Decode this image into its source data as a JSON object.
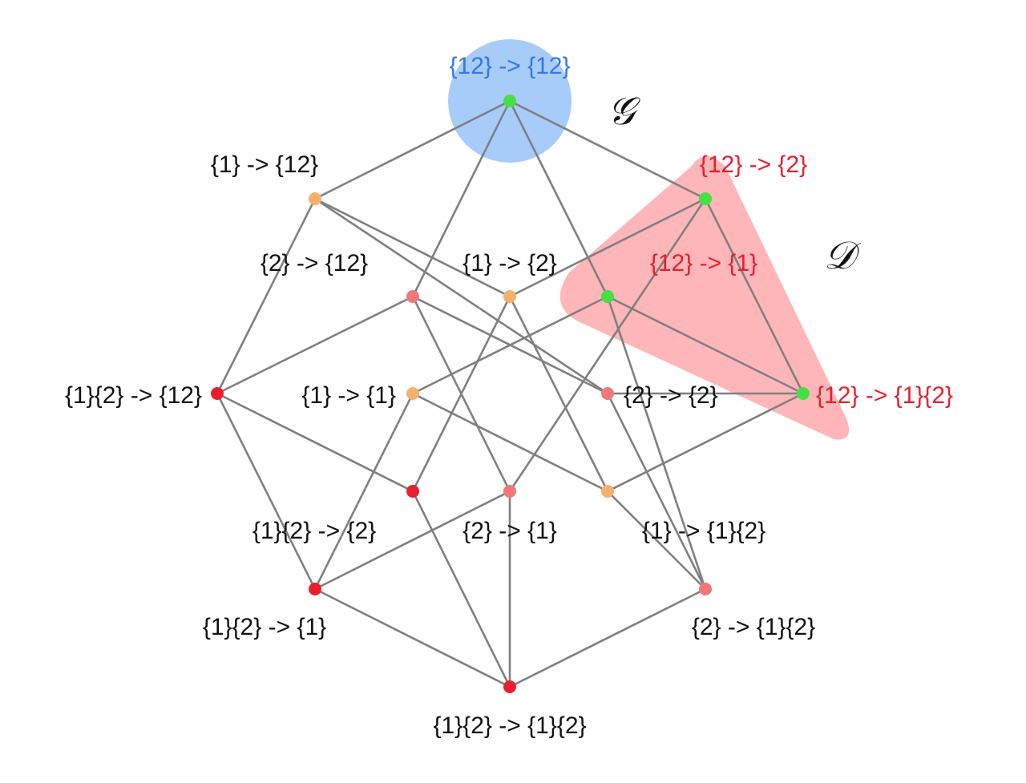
{
  "region_labels": {
    "G": "𝒢",
    "D": "𝒟"
  },
  "colors": {
    "edge": "#808080",
    "green_node": "#44e044",
    "orange_node": "#f5b06b",
    "pink_node": "#f07878",
    "red_node": "#e8202e",
    "blue_highlight": "#a8ccfa",
    "red_highlight": "#ffb6b9",
    "blue_text": "#2f78f0",
    "red_text": "#e8202e",
    "black_text": "#111111"
  },
  "nodes": [
    {
      "id": "n0",
      "label": "{12} -> {12}",
      "color": "green",
      "text_color": "blue"
    },
    {
      "id": "n1",
      "label": "{1} -> {12}",
      "color": "orange",
      "text_color": "black"
    },
    {
      "id": "n2",
      "label": "{12} -> {2}",
      "color": "green",
      "text_color": "red"
    },
    {
      "id": "n3",
      "label": "{2} -> {12}",
      "color": "pink",
      "text_color": "black"
    },
    {
      "id": "n4",
      "label": "{1} -> {2}",
      "color": "orange",
      "text_color": "black"
    },
    {
      "id": "n5",
      "label": "{12} -> {1}",
      "color": "green",
      "text_color": "red"
    },
    {
      "id": "n6",
      "label": "{1}{2} -> {12}",
      "color": "red",
      "text_color": "black"
    },
    {
      "id": "n7",
      "label": "{1} -> {1}",
      "color": "orange",
      "text_color": "black"
    },
    {
      "id": "n8",
      "label": "{2} -> {2}",
      "color": "pink",
      "text_color": "black"
    },
    {
      "id": "n9",
      "label": "{12} -> {1}{2}",
      "color": "green",
      "text_color": "red"
    },
    {
      "id": "n10",
      "label": "{1}{2} -> {2}",
      "color": "red",
      "text_color": "black"
    },
    {
      "id": "n11",
      "label": "{2} -> {1}",
      "color": "pink",
      "text_color": "black"
    },
    {
      "id": "n12",
      "label": "{1} -> {1}{2}",
      "color": "orange",
      "text_color": "black"
    },
    {
      "id": "n13",
      "label": "{1}{2} -> {1}",
      "color": "red",
      "text_color": "black"
    },
    {
      "id": "n14",
      "label": "{2} -> {1}{2}",
      "color": "pink",
      "text_color": "black"
    },
    {
      "id": "n15",
      "label": "{1}{2} -> {1}{2}",
      "color": "red",
      "text_color": "black"
    }
  ],
  "edges": [
    [
      "n0",
      "n1"
    ],
    [
      "n0",
      "n2"
    ],
    [
      "n0",
      "n3"
    ],
    [
      "n0",
      "n5"
    ],
    [
      "n1",
      "n4"
    ],
    [
      "n1",
      "n6"
    ],
    [
      "n1",
      "n8"
    ],
    [
      "n2",
      "n4"
    ],
    [
      "n2",
      "n9"
    ],
    [
      "n2",
      "n11"
    ],
    [
      "n3",
      "n6"
    ],
    [
      "n3",
      "n8"
    ],
    [
      "n3",
      "n11"
    ],
    [
      "n4",
      "n10"
    ],
    [
      "n4",
      "n12"
    ],
    [
      "n5",
      "n7"
    ],
    [
      "n5",
      "n9"
    ],
    [
      "n5",
      "n14"
    ],
    [
      "n6",
      "n10"
    ],
    [
      "n6",
      "n13"
    ],
    [
      "n7",
      "n12"
    ],
    [
      "n7",
      "n13"
    ],
    [
      "n8",
      "n9"
    ],
    [
      "n8",
      "n14"
    ],
    [
      "n9",
      "n12"
    ],
    [
      "n10",
      "n15"
    ],
    [
      "n11",
      "n13"
    ],
    [
      "n11",
      "n15"
    ],
    [
      "n12",
      "n14"
    ],
    [
      "n13",
      "n15"
    ],
    [
      "n14",
      "n15"
    ]
  ]
}
